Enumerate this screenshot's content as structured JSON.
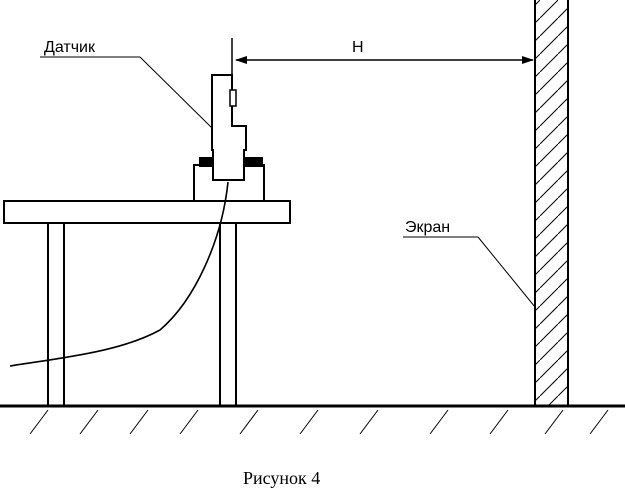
{
  "diagram": {
    "sensor_label": "Датчик",
    "screen_label": "Экран",
    "distance_label": "H",
    "caption": "Рисунок 4"
  }
}
